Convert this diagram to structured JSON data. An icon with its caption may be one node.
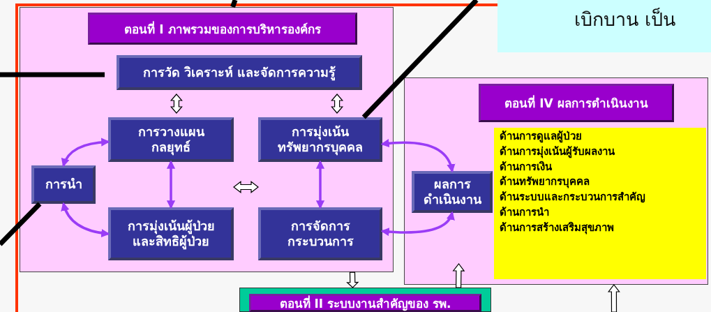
{
  "diagram": {
    "nodes": [
      {
        "text": [],
        "shape": "box"
      },
      {
        "text": [
          "ตอนที่ I ภาพรวมของการบริหารองค์กร"
        ],
        "in": 0
      },
      {
        "text": [
          "การวัด วิเคราะห์ และจัดการความรู้"
        ],
        "in": 0
      },
      {
        "text": [
          "การวางแผน กลยุทธ์"
        ],
        "in": 0
      },
      {
        "text": [
          "การมุ่งเน้น ทรัพยากรบุคคล"
        ],
        "in": 0
      },
      {
        "text": [
          "การนำ"
        ],
        "in": 0
      },
      {
        "text": [
          "การมุ่งเน้นผู้ป่วย และสิทธิผู้ป่วย"
        ],
        "in": 0
      },
      {
        "text": [
          "การจัดการ กระบวนการ"
        ],
        "in": 0
      },
      {
        "text": [],
        "shape": "box"
      },
      {
        "text": [
          "ตอนที่ IV ผลการดำเนินงาน"
        ],
        "in": 8
      },
      {
        "text": [
          "ผลการ ดำเนินงาน"
        ],
        "in": 8
      },
      {
        "text": [
          "ด้านการดูแลผู้ป่วย",
          "ด้านการมุ่งเน้นผู้รับผลงาน",
          "ด้านการเงิน",
          "ด้านทรัพยากรบุคคล",
          "ด้านระบบและกระบวนการสำคัญ",
          "ด้านการนำ",
          "ด้านการสร้างเสริมสุขภาพ"
        ],
        "in": 8
      },
      {
        "text": [],
        "shape": "box"
      },
      {
        "text": [
          "ตอนที่ II ระบบงานสำคัญของ รพ."
        ],
        "in": 12
      },
      {
        "text": [
          "เบิกบาน เป็น"
        ]
      }
    ],
    "edges": [
      {
        "from": 5,
        "to": 3,
        "arrow": "both"
      },
      {
        "from": 5,
        "to": 6,
        "arrow": "both"
      },
      {
        "from": 3,
        "to": 6,
        "arrow": "both"
      },
      {
        "from": 4,
        "to": 7,
        "arrow": "both"
      },
      {
        "from": 4,
        "to": 10,
        "arrow": "both"
      },
      {
        "from": 7,
        "to": 10,
        "arrow": "both"
      },
      {
        "from": 2,
        "to": 3,
        "arrow": "both",
        "style": "thick",
        "color": "#000000"
      },
      {
        "from": 2,
        "to": 4,
        "arrow": "both",
        "style": "thick",
        "color": "#000000"
      },
      {
        "from": 0,
        "to": 12,
        "arrow": "to",
        "style": "thick",
        "color": "#000000"
      },
      {
        "from": 12,
        "to": 8,
        "arrow": "to",
        "style": "thick",
        "color": "#000000"
      },
      {
        "from": null,
        "to": 8,
        "arrow": "to",
        "style": "thick",
        "color": "#000000"
      },
      {
        "from": null,
        "to": 0,
        "arrow": "none",
        "style": "thick",
        "color": "#000000"
      },
      {
        "from": null,
        "to": 2,
        "arrow": "none",
        "style": "thick",
        "color": "#000000"
      },
      {
        "from": null,
        "to": 4,
        "arrow": "none",
        "style": "thick",
        "color": "#000000"
      },
      {
        "from": null,
        "to": 5,
        "arrow": "none",
        "style": "thick",
        "color": "#000000"
      },
      {
        "from": 6,
        "to": 7,
        "arrow": "both",
        "style": "thick",
        "color": "#000000"
      }
    ]
  }
}
